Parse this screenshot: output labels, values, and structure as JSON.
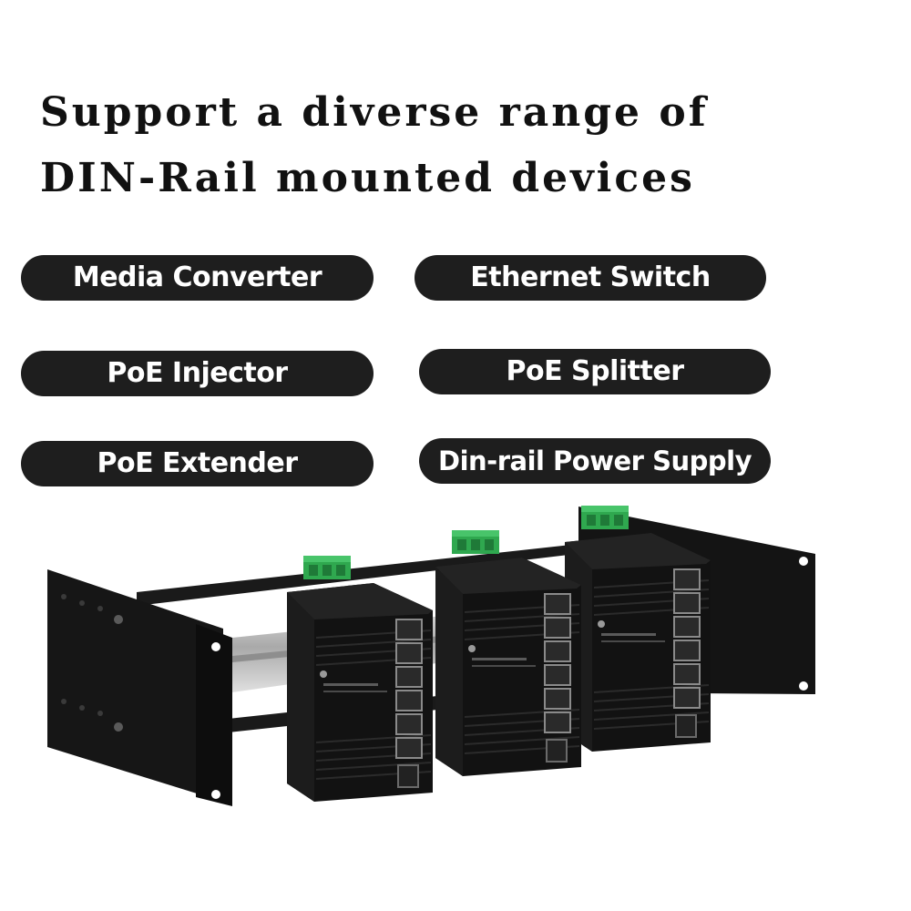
{
  "headline": {
    "line1": "Support a diverse range of",
    "line2": "DIN-Rail mounted devices"
  },
  "devices": [
    {
      "label": "Media Converter"
    },
    {
      "label": "Ethernet Switch"
    },
    {
      "label": "PoE Injector"
    },
    {
      "label": "PoE Splitter"
    },
    {
      "label": "PoE Extender"
    },
    {
      "label": "Din-rail Power Supply"
    }
  ],
  "product_photo": {
    "subject": "19-inch rack mount DIN-rail bracket holding three industrial Ethernet switches",
    "colors": {
      "metal": "#151515",
      "rail": "#c8c8c8",
      "terminal": "#2fa84f",
      "port": "#8a8a8a"
    }
  }
}
